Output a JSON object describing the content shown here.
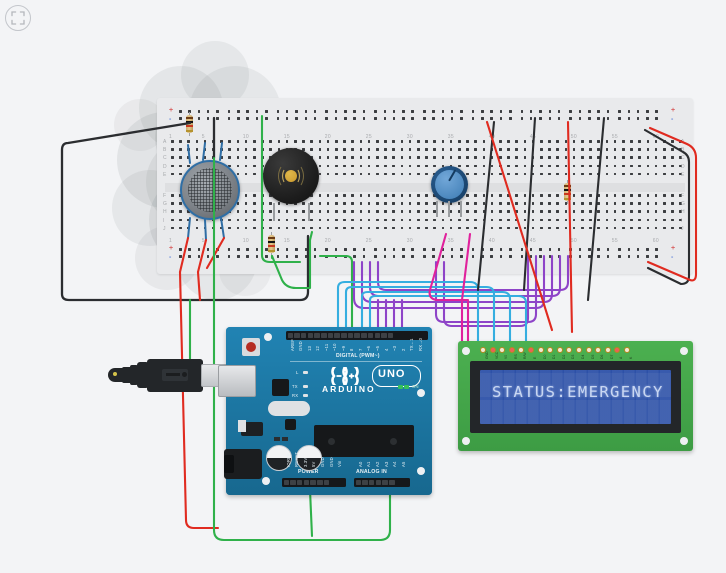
{
  "app": {
    "background_color": "#f3f4f6",
    "fit_button_name": "fit-to-view",
    "fit_button_tooltip": "Zoom to fit"
  },
  "breadboard": {
    "label": "Breadboard",
    "column_labels": [
      "1",
      "5",
      "10",
      "15",
      "20",
      "25",
      "30",
      "35",
      "40",
      "45",
      "50",
      "55",
      "60"
    ],
    "row_labels_top": [
      "A",
      "B",
      "C",
      "D",
      "E"
    ],
    "row_labels_bottom": [
      "F",
      "G",
      "H",
      "I",
      "J"
    ],
    "rail_plus": "+",
    "rail_minus": "-",
    "body_color": "#e9eaec"
  },
  "components": {
    "gas_sensor": {
      "name": "Gas Sensor",
      "type": "MQ-2 gas sensor",
      "color": "#2f6ea5"
    },
    "buzzer": {
      "name": "Piezo Buzzer",
      "type": "piezo",
      "color": "#1d1d1d"
    },
    "potentiometer": {
      "name": "Potentiometer",
      "type": "rotary pot",
      "color": "#3d7cb4"
    },
    "resistor_1": {
      "name": "Resistor",
      "bands": [
        "#6b3b14",
        "#111111",
        "#c8381f",
        "#b5932f"
      ]
    },
    "resistor_2": {
      "name": "Resistor",
      "bands": [
        "#6b3b14",
        "#111111",
        "#c8381f",
        "#b5932f"
      ]
    },
    "resistor_3": {
      "name": "Resistor",
      "bands": [
        "#6b3b14",
        "#111111",
        "#c8381f",
        "#b5932f"
      ]
    },
    "smoke": {
      "name": "gas-cloud",
      "description": "simulated gas cloud around sensor"
    }
  },
  "arduino": {
    "board_name": "UNO",
    "brand": "ARDUINO",
    "board_color": "#1d7aa8",
    "digital_header_label": "DIGITAL (PWM~)",
    "digital_pins": [
      "AREF",
      "GND",
      "13",
      "12",
      "~11",
      "~10",
      "~9",
      "8",
      "7",
      "~6",
      "~5",
      "4",
      "~3",
      "2",
      "TX←1",
      "RX→0"
    ],
    "power_header_label": "POWER",
    "power_pins": [
      "IOREF",
      "RESET",
      "3.3V",
      "5V",
      "GND",
      "GND",
      "Vin"
    ],
    "analog_header_label": "ANALOG IN",
    "analog_pins": [
      "A0",
      "A1",
      "A2",
      "A3",
      "A4",
      "A5"
    ],
    "status_leds": [
      "L",
      "TX",
      "RX",
      "ON"
    ],
    "reset_button": "RESET"
  },
  "lcd": {
    "name": "LCD 16x2",
    "display_text": "STATUS:EMERGENCY",
    "screen_color": "#2d51a8",
    "text_color": "#c9d7f2",
    "pcb_color": "#4cb050",
    "pin_labels": [
      "GND",
      "VCC",
      "V0",
      "RS",
      "R/W",
      "E",
      "D0",
      "D1",
      "D2",
      "D3",
      "D4",
      "D5",
      "D6",
      "D7",
      "A",
      "K"
    ]
  },
  "usb_plug": {
    "name": "USB cable plug"
  },
  "wires": {
    "colors": {
      "red": "#e02b20",
      "black": "#2b2d30",
      "green": "#2fb14a",
      "purple": "#8e44c8",
      "cyan": "#35aee0",
      "magenta": "#e0219c",
      "blue": "#2f6ea5"
    },
    "count_label": ""
  }
}
